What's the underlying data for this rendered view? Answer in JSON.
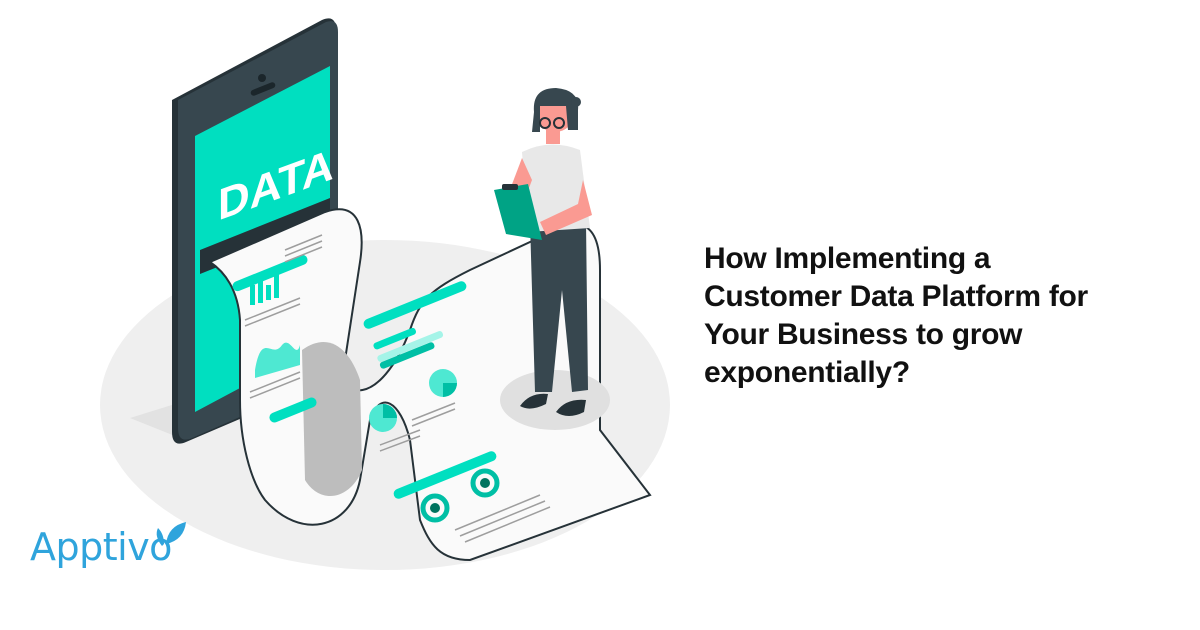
{
  "headline": {
    "line1": "How Implementing a",
    "line2": "Customer Data Platform for",
    "line3": "Your Business to grow",
    "line4": "exponentially?"
  },
  "illustration": {
    "phone_screen_label": "DATA"
  },
  "brand": {
    "name": "Apptivo",
    "color": "#2fa4dc"
  },
  "colors": {
    "accent_teal": "#00dfc0",
    "dark_slate": "#263238",
    "phone_body": "#37474f",
    "floor": "#efefef",
    "text": "#111111"
  }
}
